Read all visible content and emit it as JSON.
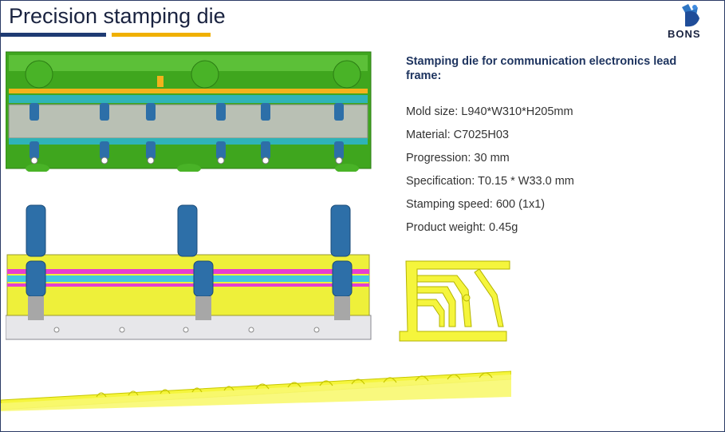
{
  "header": {
    "title": "Precision stamping die",
    "logo_text": "BONS"
  },
  "specs": {
    "heading": "Stamping die for communication electronics lead frame:",
    "items": [
      "Mold size: L940*W310*H205mm",
      "Material: C7025H03",
      "Progression: 30 mm",
      "Specification: T0.15 * W33.0 mm",
      "Stamping speed: 600 (1x1)",
      "Product weight: 0.45g"
    ]
  },
  "colors": {
    "title_bar_blue": "#1f3b73",
    "title_bar_gold": "#f0b000",
    "die_green": "#3fa61e",
    "die_yellow": "#eef03a",
    "strip_yellow": "#f5f53c",
    "bolt_blue": "#2d6fa8"
  }
}
